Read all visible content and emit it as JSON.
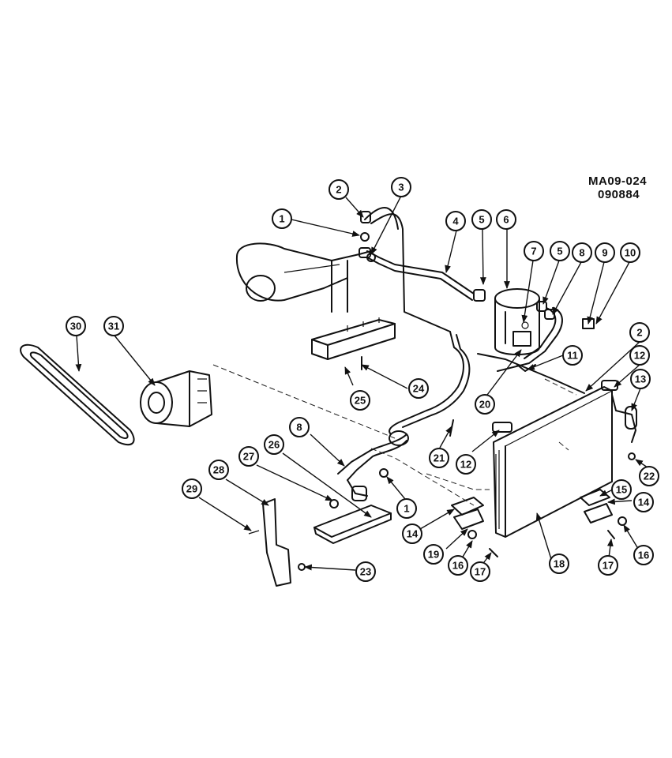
{
  "drawing": {
    "code": "MA09-024",
    "date": "090884"
  },
  "callouts": [
    "1",
    "2",
    "3",
    "4",
    "5",
    "6",
    "7",
    "5",
    "8",
    "9",
    "10",
    "2",
    "12",
    "13",
    "11",
    "24",
    "25",
    "20",
    "8",
    "21",
    "12",
    "22",
    "1",
    "26",
    "27",
    "28",
    "29",
    "14",
    "15",
    "14",
    "19",
    "16",
    "17",
    "18",
    "17",
    "16",
    "23",
    "30",
    "31"
  ]
}
